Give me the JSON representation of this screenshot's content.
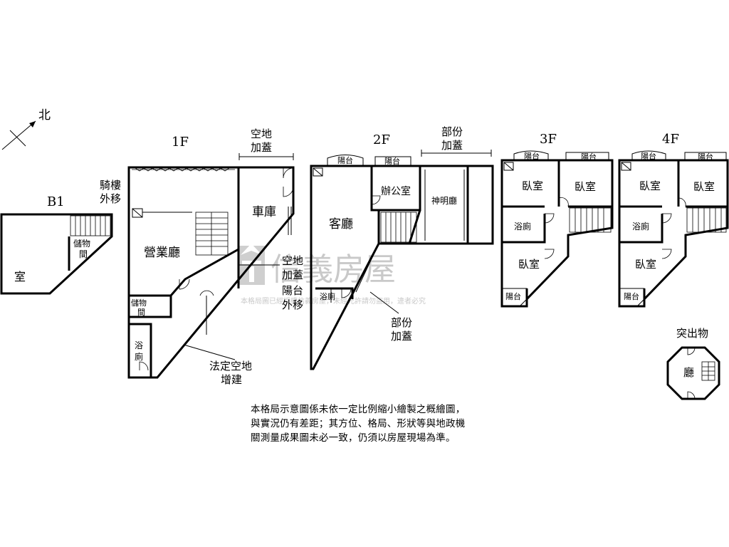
{
  "compass": {
    "north": "北"
  },
  "floors": {
    "b1": {
      "title": "B1",
      "rooms": {
        "room": "室",
        "storage_1": "儲物",
        "storage_2": "間"
      }
    },
    "f1": {
      "title": "1F",
      "arcade_1": "騎樓",
      "arcade_2": "外移",
      "vacant_top_1": "空地",
      "vacant_top_2": "加蓋",
      "vacant_mid_1": "空地",
      "vacant_mid_2": "加蓋",
      "balcony_out_1": "陽台",
      "balcony_out_2": "外移",
      "legal_1": "法定空地",
      "legal_2": "增建",
      "rooms": {
        "business_hall": "營業廳",
        "garage": "車庫",
        "storage_1": "儲物",
        "storage_2": "間",
        "bath_1": "浴",
        "bath_2": "廁"
      }
    },
    "f2": {
      "title": "2F",
      "partial_top_1": "部份",
      "partial_top_2": "加蓋",
      "partial_bottom_1": "部份",
      "partial_bottom_2": "加蓋",
      "balcony_left": "陽台",
      "balcony_mid": "陽台",
      "rooms": {
        "living": "客廳",
        "office": "辦公室",
        "shrine": "神明廳",
        "bath": "浴廁"
      }
    },
    "f3": {
      "title": "3F",
      "balcony_left": "陽台",
      "balcony_right": "陽台",
      "balcony_bottom": "陽台",
      "rooms": {
        "bed_1": "臥室",
        "bed_2": "臥室",
        "bath": "浴廁",
        "bed_3": "臥室"
      }
    },
    "f4": {
      "title": "4F",
      "balcony_left": "陽台",
      "balcony_right": "陽台",
      "balcony_bottom": "陽台",
      "rooms": {
        "bed_1": "臥室",
        "bed_2": "臥室",
        "bath": "浴廁",
        "bed_3": "臥室"
      }
    },
    "rooftop": {
      "title": "突出物",
      "room": "廳"
    }
  },
  "watermark": {
    "brand": "信義房屋",
    "notice": "本格局圖已經授權信義房屋，未經允許請勿盜用，違者必究"
  },
  "disclaimer": {
    "line1": "本格局示意圖係未依一定比例縮小繪製之概繪圖，",
    "line2": "與實況仍有差距；其方位、格局、形狀等與地政機",
    "line3": "關測量成果圖未必一致，仍須以房屋現場為準。"
  },
  "colors": {
    "line": "#000000",
    "watermark": "#c9c9c9",
    "background": "#ffffff"
  }
}
